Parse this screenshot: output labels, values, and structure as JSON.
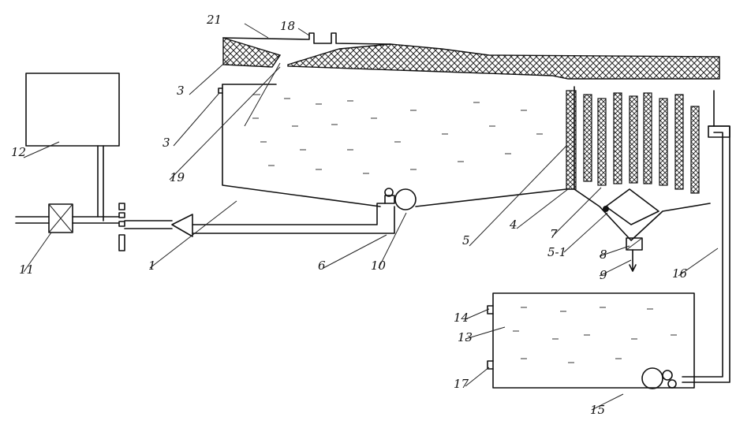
{
  "labels": {
    "l21": "21",
    "l18": "18",
    "l3a": "3",
    "l3b": "3",
    "l12": "12",
    "l19": "19",
    "l11": "11",
    "l1": "1",
    "l6": "6",
    "l10": "10",
    "l5": "5",
    "l4": "4",
    "l7": "7",
    "l5_1": "5-1",
    "l8": "8",
    "l9": "9",
    "l16": "16",
    "l14": "14",
    "l13": "13",
    "l17": "17",
    "l15": "15"
  }
}
